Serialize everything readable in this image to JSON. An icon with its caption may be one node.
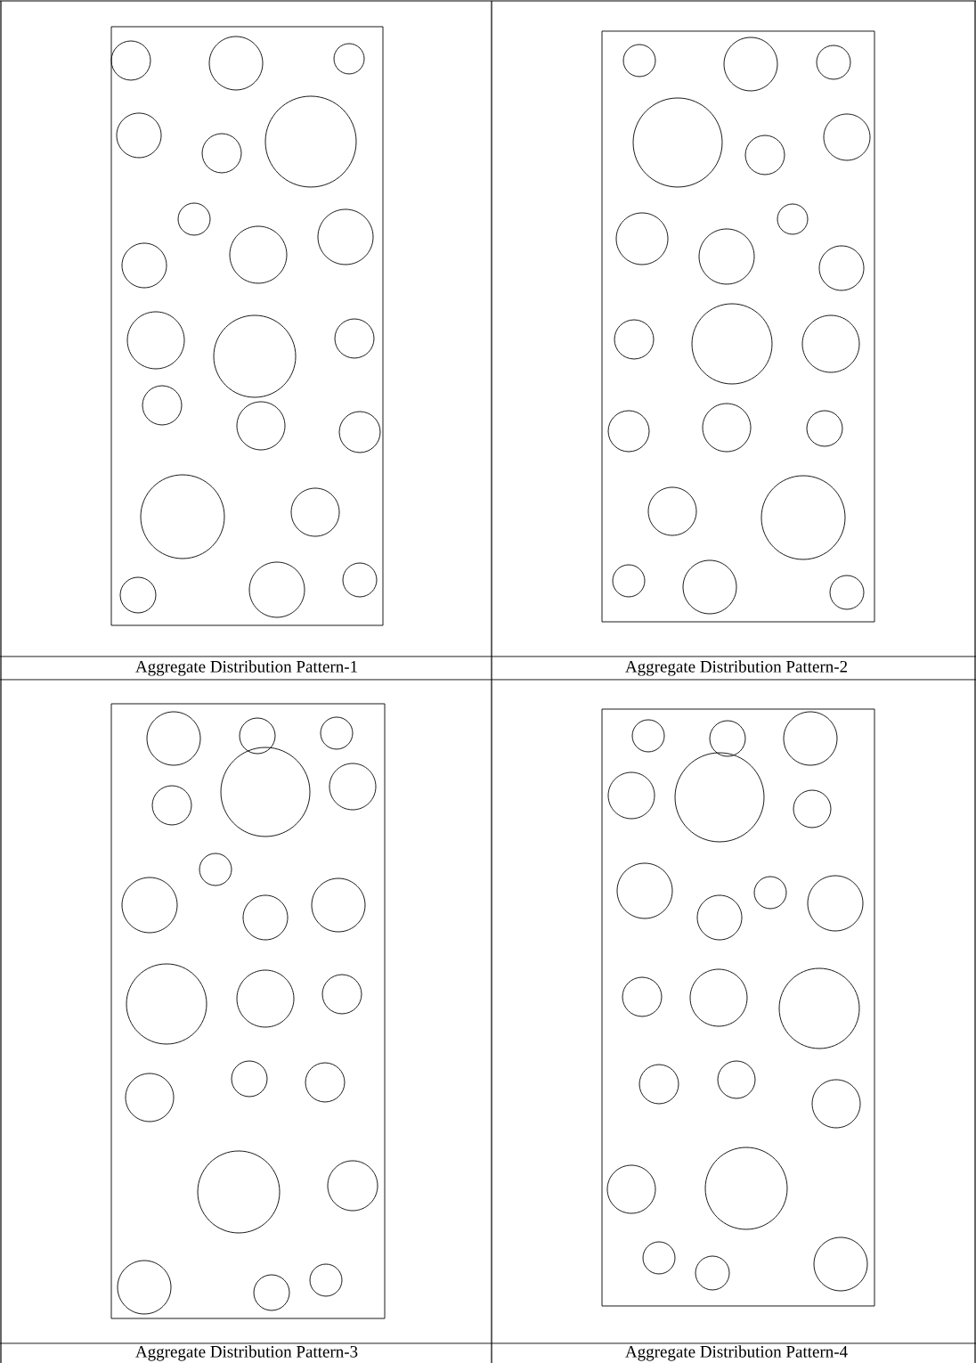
{
  "diagram": {
    "labels": [
      "Aggregate Distribution Pattern-1",
      "Aggregate Distribution Pattern-2",
      "Aggregate Distribution Pattern-3",
      "Aggregate Distribution Pattern-4"
    ]
  }
}
